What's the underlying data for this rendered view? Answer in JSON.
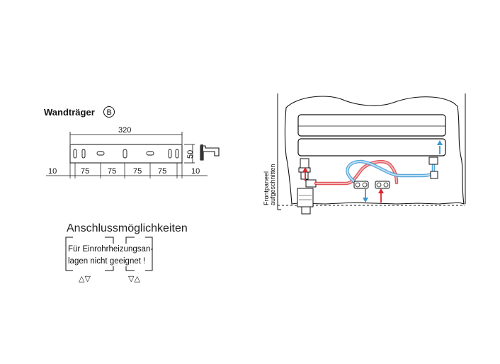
{
  "wall_bracket": {
    "title": "Wandträger",
    "badge": "B",
    "overall_width": "320",
    "height": "50",
    "segments": [
      "10",
      "75",
      "75",
      "75",
      "75",
      "10"
    ]
  },
  "connections": {
    "heading": "Anschlussmöglichkeiten",
    "note_line1": "Für Einrohrheizungsan-",
    "note_line2": "lagen nicht geeignet !",
    "symbols_left": "△▽",
    "symbols_right": "▽△"
  },
  "installation": {
    "side_label_line1": "Frontpaneel",
    "side_label_line2": "aufgeschnitten"
  },
  "colors": {
    "line": "#1a1a1a",
    "supply_red": "#d9262e",
    "return_blue": "#3a97d4",
    "pipe_red_light": "#f2b8b8",
    "pipe_blue_light": "#bfe0f2"
  }
}
